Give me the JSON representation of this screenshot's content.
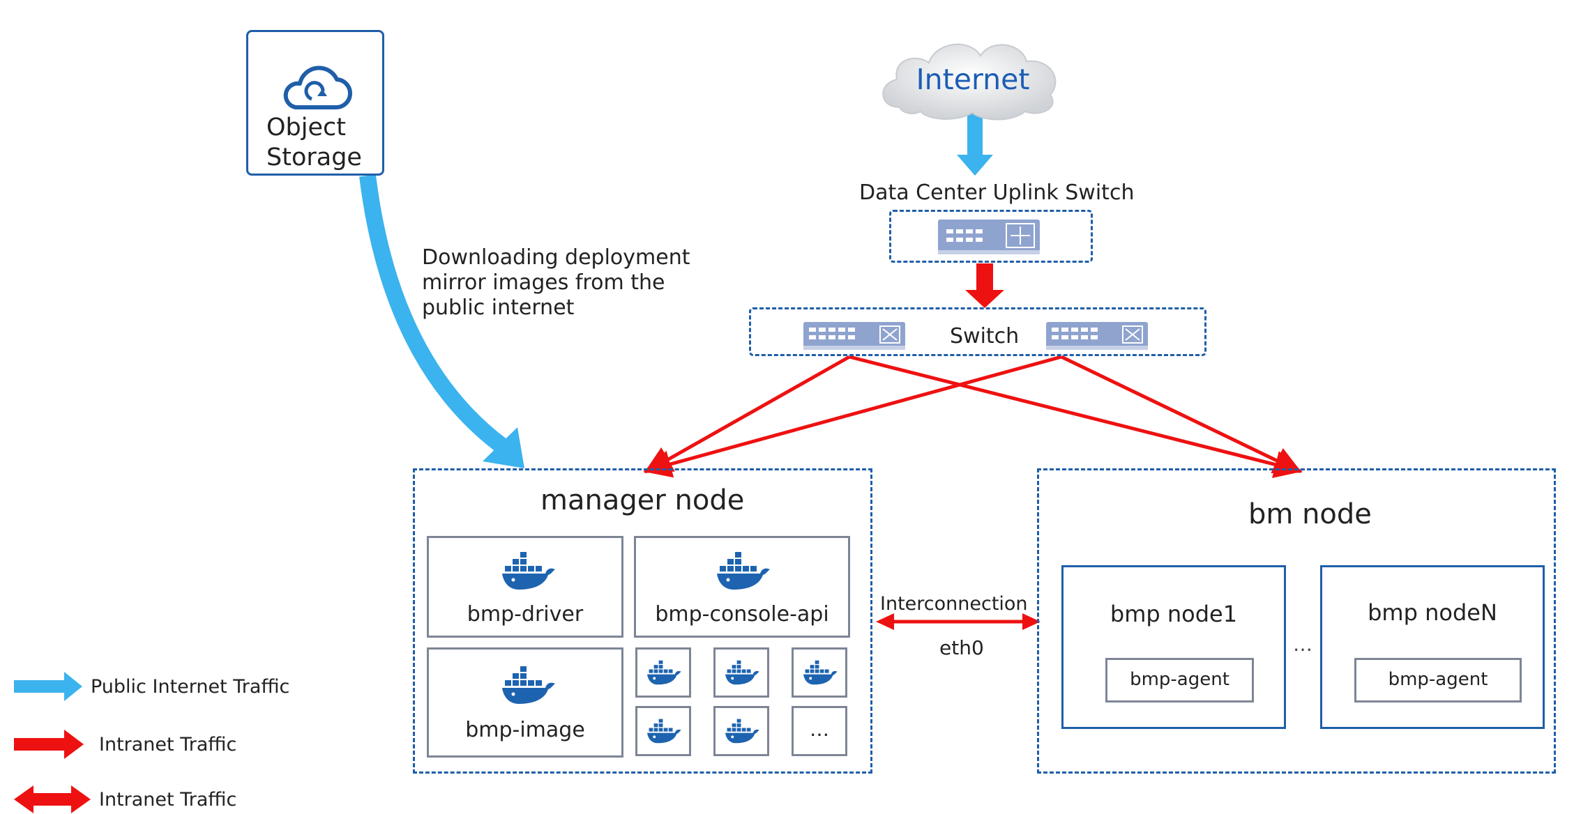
{
  "object_storage": {
    "label_line1": "Object",
    "label_line2": "Storage",
    "icon": "cloud-upload-icon"
  },
  "internet": {
    "label": "Internet",
    "icon": "cloud-icon"
  },
  "uplink_switch": {
    "label": "Data Center Uplink Switch"
  },
  "switch": {
    "label": "Switch"
  },
  "download_note": {
    "line1": "Downloading deployment",
    "line2": "mirror images from the",
    "line3": "public internet"
  },
  "manager_node": {
    "title": "manager node",
    "services": [
      "bmp-driver",
      "bmp-console-api",
      "bmp-image"
    ],
    "more": "…"
  },
  "bm_node": {
    "title": "bm node",
    "nodes": [
      {
        "label": "bmp node1",
        "agent": "bmp-agent"
      },
      {
        "label": "bmp nodeN",
        "agent": "bmp-agent"
      }
    ],
    "ellipsis": "…"
  },
  "interconnect": {
    "label": "Interconnection",
    "interface": "eth0"
  },
  "legend": [
    {
      "label": "Public Internet Traffic",
      "color": "#3bb3ee"
    },
    {
      "label": "Intranet Traffic",
      "color": "#ee1111"
    },
    {
      "label": "Intranet Traffic",
      "color": "#ee1111"
    }
  ],
  "colors": {
    "public": "#3bb3ee",
    "intranet": "#ee1111",
    "outline": "#1f5ea8",
    "docker": "#1d63b0"
  }
}
